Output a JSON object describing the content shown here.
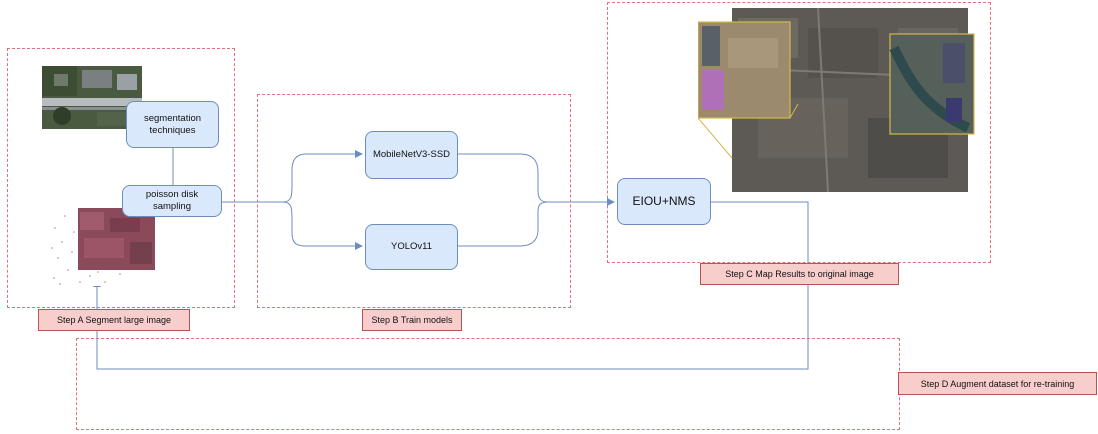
{
  "nodes": {
    "segmentation": "segmentation\ntechniques",
    "poisson": "poisson disk sampling",
    "mobilenet": "MobileNetV3-SSD",
    "yolo": "YOLOv11",
    "eiou": "EIOU+NMS"
  },
  "steps": {
    "a": "Step A Segment large image",
    "b": "Step B Train models",
    "c": "Step C Map Results to original image",
    "d": "Step D Augment dataset for re-training"
  },
  "colors": {
    "node_fill": "#dae8fc",
    "node_stroke": "#6c8ebf",
    "step_fill": "#f8cecc",
    "step_stroke": "#b85450",
    "dash": "#e4707a"
  }
}
